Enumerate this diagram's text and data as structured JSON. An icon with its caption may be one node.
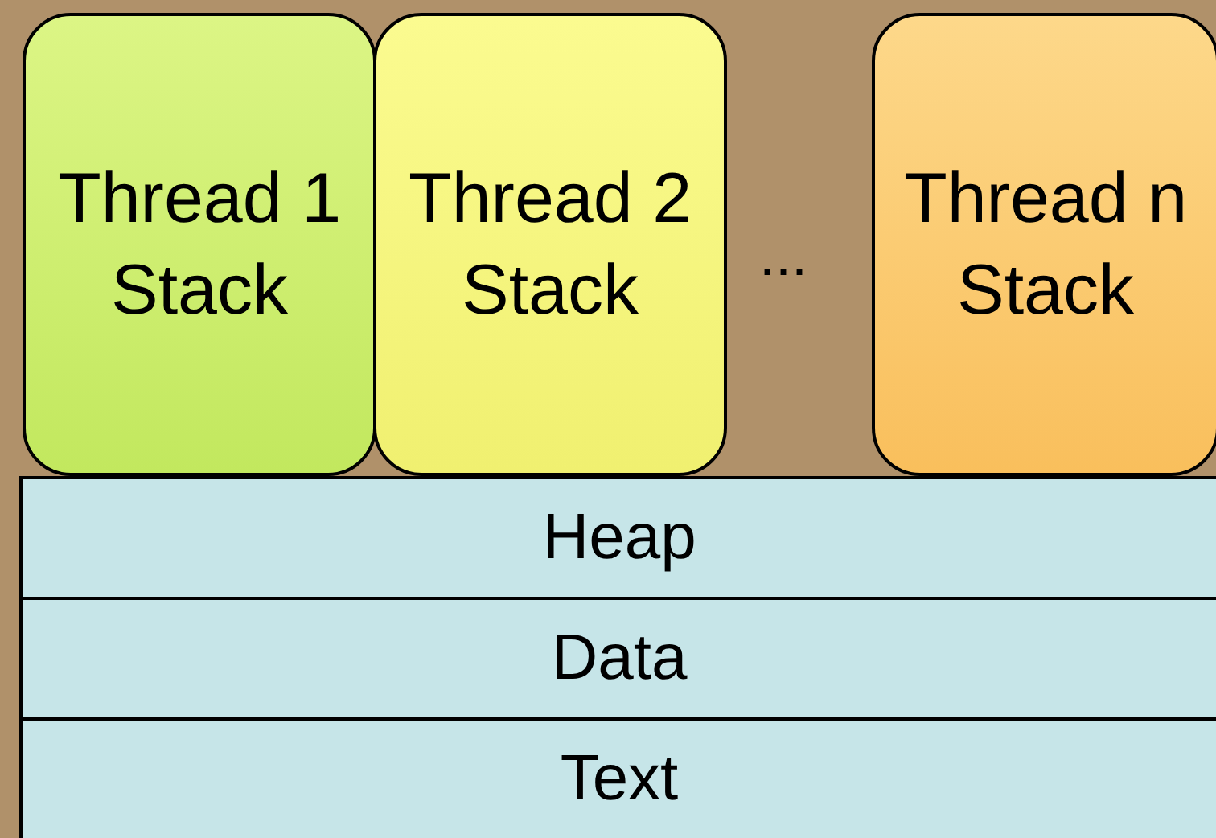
{
  "diagram": {
    "nodes": [
      {
        "text": [
          "Thread 1 Stack"
        ]
      },
      {
        "text": [
          "Thread 2 Stack"
        ]
      },
      {
        "text": [
          "Thread n Stack"
        ]
      },
      {
        "text": [
          "Heap"
        ]
      },
      {
        "text": [
          "Data"
        ]
      },
      {
        "text": [
          "Text"
        ]
      }
    ],
    "labels": [
      "..."
    ]
  }
}
